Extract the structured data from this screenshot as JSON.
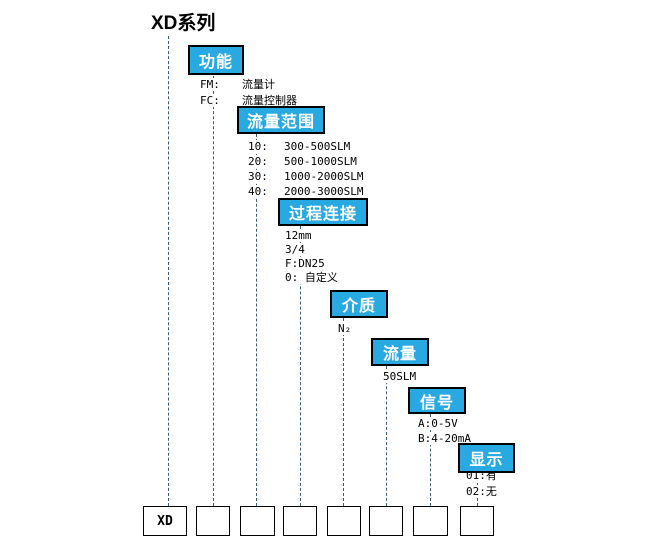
{
  "title": "XD系列",
  "colors": {
    "accent_blue": "#29A9E2",
    "connector_line": "#3D5C7D",
    "box_border": "#000000",
    "category_text": "#ffffff",
    "body_text": "#000000"
  },
  "sections": [
    {
      "label": "功能",
      "options": [
        {
          "code": "FM:",
          "desc": "流量计"
        },
        {
          "code": "FC:",
          "desc": "流量控制器"
        }
      ]
    },
    {
      "label": "流量范围",
      "options": [
        {
          "code": "10:",
          "desc": "300-500SLM"
        },
        {
          "code": "20:",
          "desc": "500-1000SLM"
        },
        {
          "code": "30:",
          "desc": "1000-2000SLM"
        },
        {
          "code": "40:",
          "desc": "2000-3000SLM"
        }
      ]
    },
    {
      "label": "过程连接",
      "options": [
        {
          "code": "12mm",
          "desc": ""
        },
        {
          "code": "3/4",
          "desc": ""
        },
        {
          "code": "F:DN25",
          "desc": ""
        },
        {
          "code": "0: 自定义",
          "desc": ""
        }
      ]
    },
    {
      "label": "介质",
      "options": [
        {
          "code": "N₂",
          "desc": ""
        }
      ]
    },
    {
      "label": "流量",
      "options": [
        {
          "code": "50SLM",
          "desc": ""
        }
      ]
    },
    {
      "label": "信号",
      "options": [
        {
          "code": "A:0-5V",
          "desc": ""
        },
        {
          "code": "B:4-20mA",
          "desc": ""
        }
      ]
    },
    {
      "label": "显示",
      "options": [
        {
          "code": "01:有",
          "desc": ""
        },
        {
          "code": "02:无",
          "desc": ""
        }
      ]
    }
  ],
  "code_row": {
    "prefix": "XD",
    "empty_box_count": 7
  }
}
